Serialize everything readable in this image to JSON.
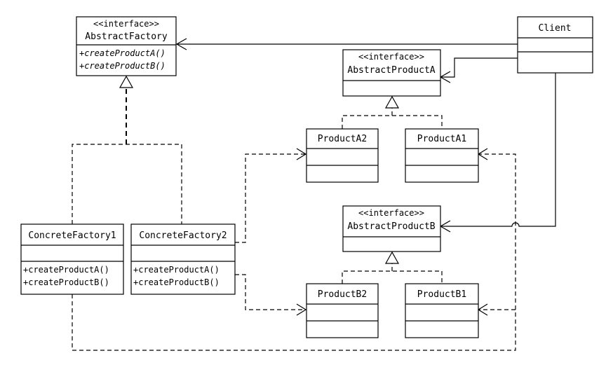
{
  "diagram": {
    "abstract_factory": {
      "stereotype": "<<interface>>",
      "name": "AbstractFactory",
      "operations": [
        "+createProductA()",
        "+createProductB()"
      ]
    },
    "abstract_product_a": {
      "stereotype": "<<interface>>",
      "name": "AbstractProductA"
    },
    "abstract_product_b": {
      "stereotype": "<<interface>>",
      "name": "AbstractProductB"
    },
    "client": {
      "name": "Client"
    },
    "product_a2": {
      "name": "ProductA2"
    },
    "product_a1": {
      "name": "ProductA1"
    },
    "product_b2": {
      "name": "ProductB2"
    },
    "product_b1": {
      "name": "ProductB1"
    },
    "concrete_factory_1": {
      "name": "ConcreteFactory1",
      "operations": [
        "+createProductA()",
        "+createProductB()"
      ]
    },
    "concrete_factory_2": {
      "name": "ConcreteFactory2",
      "operations": [
        "+createProductA()",
        "+createProductB()"
      ]
    }
  }
}
